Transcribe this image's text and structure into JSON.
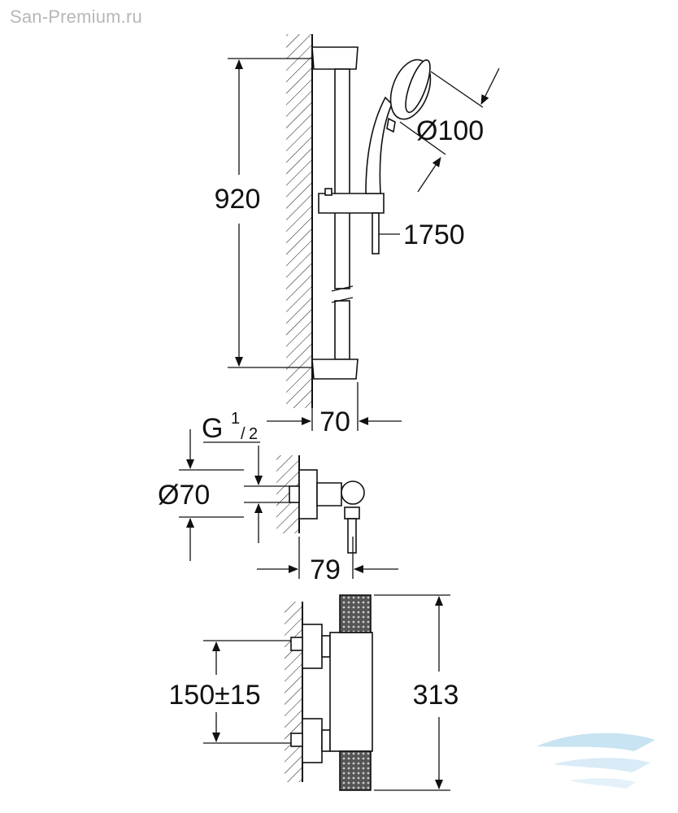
{
  "watermark": {
    "text": "San-Premium.ru"
  },
  "dimensions": {
    "rail_length": "920",
    "handshower_diameter": "Ø100",
    "hose_length": "1750",
    "wall_projection_rail": "70",
    "thread": "G",
    "thread_num": "1",
    "thread_den": "2",
    "escutcheon_diameter": "Ø70",
    "wall_projection_mixer": "79",
    "centers": "150±15",
    "mixer_height": "313"
  },
  "colors": {
    "line": "#111111",
    "watermark": "#b7b7b7",
    "logo": "#9ccde6"
  }
}
